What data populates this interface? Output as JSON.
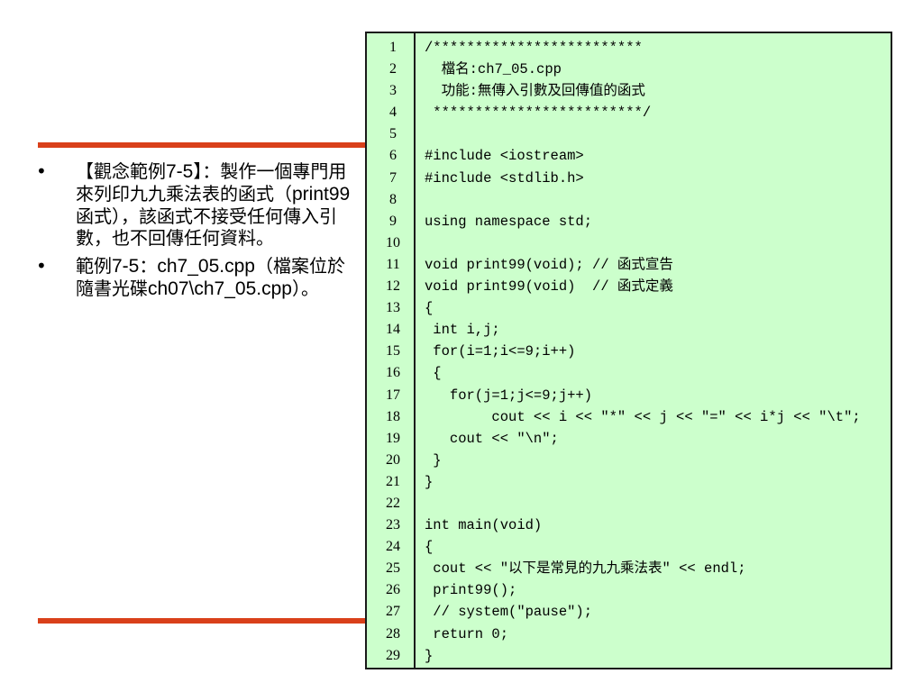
{
  "colors": {
    "rule": "#d9401a",
    "code_bg": "#ccffcc",
    "border": "#1a1a1a"
  },
  "bullets": [
    {
      "marker": "•",
      "parts": [
        {
          "text": "【觀念範例",
          "font": "serif"
        },
        {
          "text": "7-5",
          "font": "sans"
        },
        {
          "text": "】：製作一個專門用來列印九九乘法表的函式（",
          "font": "serif"
        },
        {
          "text": "print99",
          "font": "sans"
        },
        {
          "text": "函式），該函式不接受任何傳入引數，也不回傳任何資料。",
          "font": "serif"
        }
      ]
    },
    {
      "marker": "•",
      "parts": [
        {
          "text": "範例",
          "font": "serif"
        },
        {
          "text": "7-5",
          "font": "sans"
        },
        {
          "text": "：",
          "font": "serif"
        },
        {
          "text": "ch7_05.cpp",
          "font": "sans"
        },
        {
          "text": "（檔案位於隨書光碟",
          "font": "serif"
        },
        {
          "text": "ch07\\ch7_05.cpp",
          "font": "sans"
        },
        {
          "text": "）。",
          "font": "serif"
        }
      ]
    }
  ],
  "code_lines": [
    "/*************************",
    "  檔名:ch7_05.cpp",
    "  功能:無傳入引數及回傳值的函式",
    " *************************/",
    "",
    "#include <iostream>",
    "#include <stdlib.h>",
    "",
    "using namespace std;",
    "",
    "void print99(void); // 函式宣告",
    "void print99(void)  // 函式定義",
    "{",
    " int i,j;",
    " for(i=1;i<=9;i++)",
    " {",
    "   for(j=1;j<=9;j++)",
    "        cout << i << \"*\" << j << \"=\" << i*j << \"\\t\";",
    "   cout << \"\\n\";",
    " }",
    "}",
    "",
    "int main(void)",
    "{",
    " cout << \"以下是常見的九九乘法表\" << endl;",
    " print99();",
    " // system(\"pause\");",
    " return 0;",
    "}"
  ]
}
